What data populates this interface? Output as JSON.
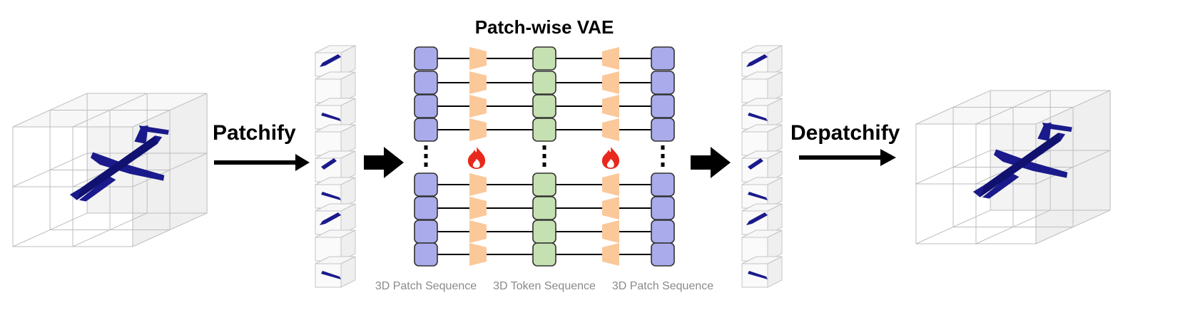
{
  "title": "Patch-wise VAE",
  "left_step": "Patchify",
  "right_step": "Depatchify",
  "captions": {
    "encoder_input": "3D Patch Sequence",
    "latent": "3D Token Sequence",
    "decoder_output": "3D Patch Sequence"
  },
  "colors": {
    "patch": "#a9abea",
    "token": "#c5e1b1",
    "network": "#fbc89a",
    "airplane": "#1a1a8c",
    "flame": "#e8281c"
  }
}
